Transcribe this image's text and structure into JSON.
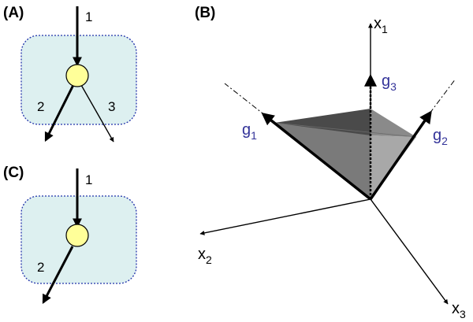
{
  "panels": {
    "a": {
      "label": "(A)",
      "edges": [
        "1",
        "2",
        "3"
      ]
    },
    "b": {
      "label": "(B)",
      "axes": [
        {
          "base": "x",
          "sub": "1"
        },
        {
          "base": "x",
          "sub": "2"
        },
        {
          "base": "x",
          "sub": "3"
        }
      ],
      "generators": [
        {
          "base": "g",
          "sub": "1"
        },
        {
          "base": "g",
          "sub": "2"
        },
        {
          "base": "g",
          "sub": "3"
        }
      ]
    },
    "c": {
      "label": "(C)",
      "edges": [
        "1",
        "2"
      ]
    }
  },
  "colors": {
    "box_fill": "#ddf0f0",
    "box_stroke": "#2233aa",
    "node_fill": "#ffff99",
    "cone_dark": "#4a4a4a",
    "cone_mid": "#7a7a7a",
    "cone_light": "#a8a8a8",
    "label_blue": "#333399"
  }
}
